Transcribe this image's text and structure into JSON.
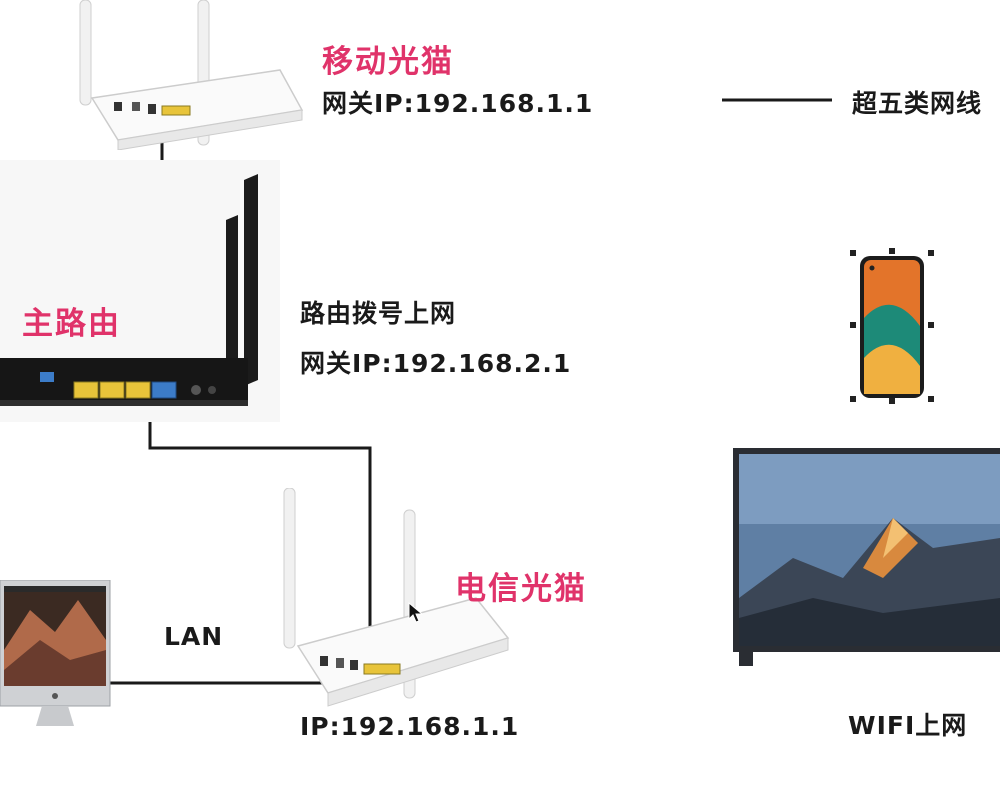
{
  "diagram": {
    "mobile_modem": {
      "title": "移动光猫",
      "gateway": "网关IP:192.168.1.1"
    },
    "legend": {
      "label": "超五类网线"
    },
    "main_router": {
      "title": "主路由",
      "mode": "路由拨号上网",
      "gateway": "网关IP:192.168.2.1"
    },
    "telecom_modem": {
      "title": "电信光猫",
      "ip": "IP:192.168.1.1"
    },
    "lan_label": "LAN",
    "wifi_label": "WIFI上网"
  },
  "colors": {
    "accent": "#e0336a",
    "text": "#1a1a1a",
    "cable": "#1a1a1a",
    "lan_port": "#e8c43a",
    "wan_port": "#3c7cc8"
  },
  "icons": [
    "optical-modem",
    "wifi-router",
    "imac-computer",
    "smartphone",
    "television",
    "mouse-cursor"
  ]
}
